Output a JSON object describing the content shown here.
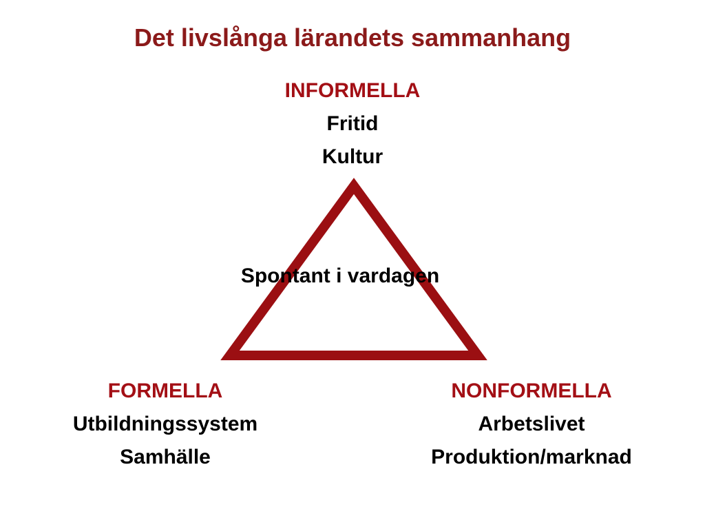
{
  "title": "Det livslånga lärandets sammanhang",
  "colors": {
    "title": "#8b1a1a",
    "heading": "#a30f15",
    "triangle": "#9b0f12",
    "text": "#000000"
  },
  "triangle": {
    "center_label": "Spontant i vardagen"
  },
  "nodes": {
    "top": {
      "heading": "INFORMELLA",
      "lines": [
        "Fritid",
        "Kultur"
      ]
    },
    "left": {
      "heading": "FORMELLA",
      "lines": [
        "Utbildningssystem",
        "Samhälle"
      ]
    },
    "right": {
      "heading": "NONFORMELLA",
      "lines": [
        "Arbetslivet",
        "Produktion/marknad"
      ]
    }
  }
}
